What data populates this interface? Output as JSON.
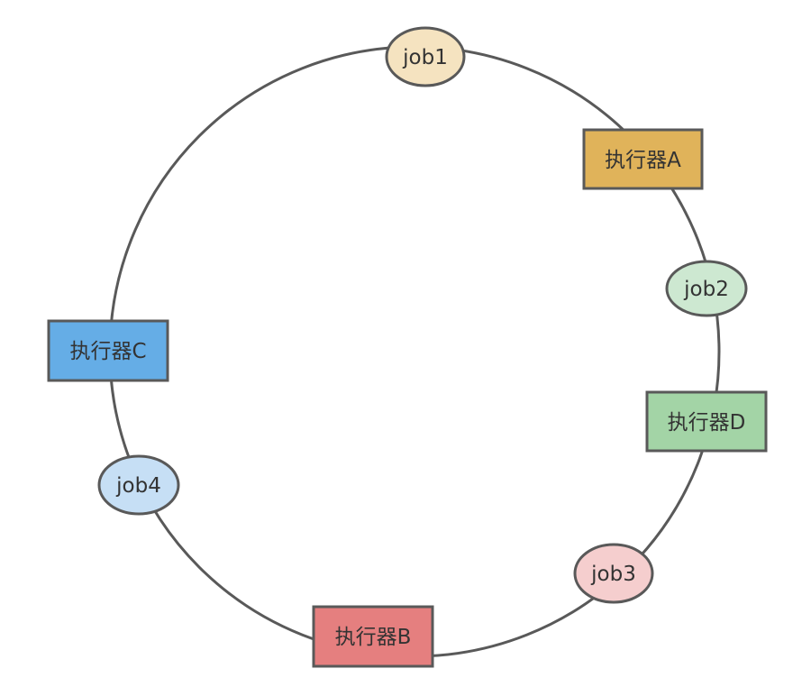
{
  "ring": {
    "stroke": "#595959"
  },
  "jobs": [
    {
      "label": "job1",
      "fill": "#F5E3C0"
    },
    {
      "label": "job2",
      "fill": "#CDE8D1"
    },
    {
      "label": "job3",
      "fill": "#F5CECE"
    },
    {
      "label": "job4",
      "fill": "#C6DFF5"
    }
  ],
  "executors": [
    {
      "label": "执行器A",
      "fill": "#E0B35A"
    },
    {
      "label": "执行器B",
      "fill": "#E57F7F"
    },
    {
      "label": "执行器C",
      "fill": "#65ADE6"
    },
    {
      "label": "执行器D",
      "fill": "#A3D4A6"
    }
  ]
}
